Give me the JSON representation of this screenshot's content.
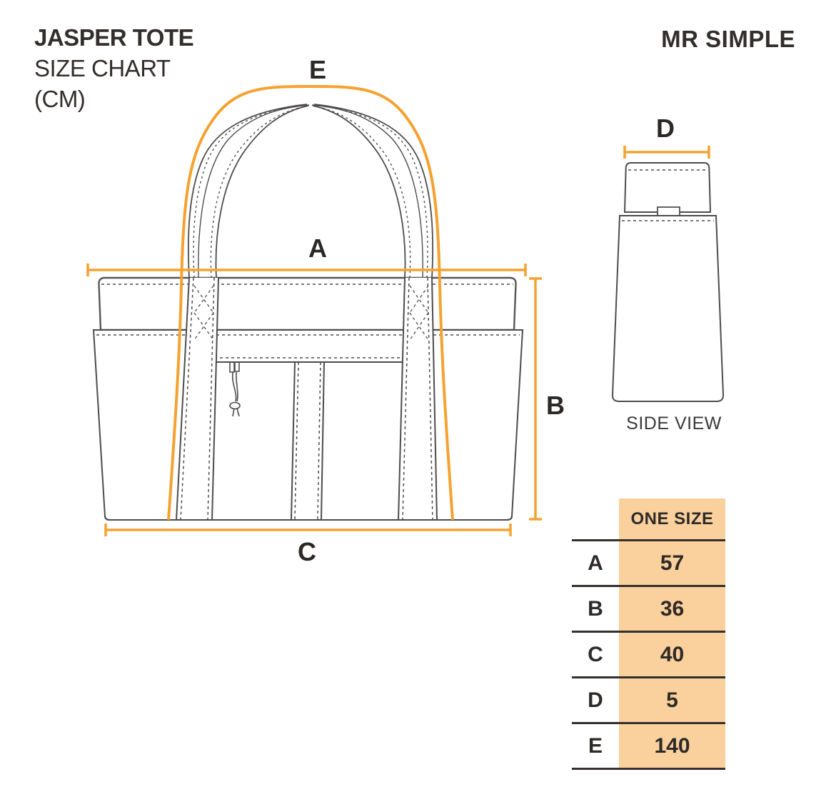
{
  "header": {
    "title_lines": [
      "JASPER TOTE",
      "SIZE CHART",
      "(CM)"
    ],
    "brand": "MR SIMPLE"
  },
  "diagram": {
    "labels": {
      "A": "A",
      "B": "B",
      "C": "C",
      "D": "D",
      "E": "E"
    },
    "side_view_caption": "SIDE VIEW"
  },
  "table": {
    "header": "ONE SIZE",
    "rows": [
      {
        "label": "A",
        "value": "57"
      },
      {
        "label": "B",
        "value": "36"
      },
      {
        "label": "C",
        "value": "40"
      },
      {
        "label": "D",
        "value": "5"
      },
      {
        "label": "E",
        "value": "140"
      }
    ]
  },
  "measurements_cm": {
    "A": 57,
    "B": 36,
    "C": 40,
    "D": 5,
    "E": 140
  },
  "colors": {
    "dimension_orange": "#f5a230",
    "table_fill": "#fad09d",
    "drawing_line": "#4e4c4b",
    "table_line": "#33302e",
    "text": "#2e2a28"
  }
}
